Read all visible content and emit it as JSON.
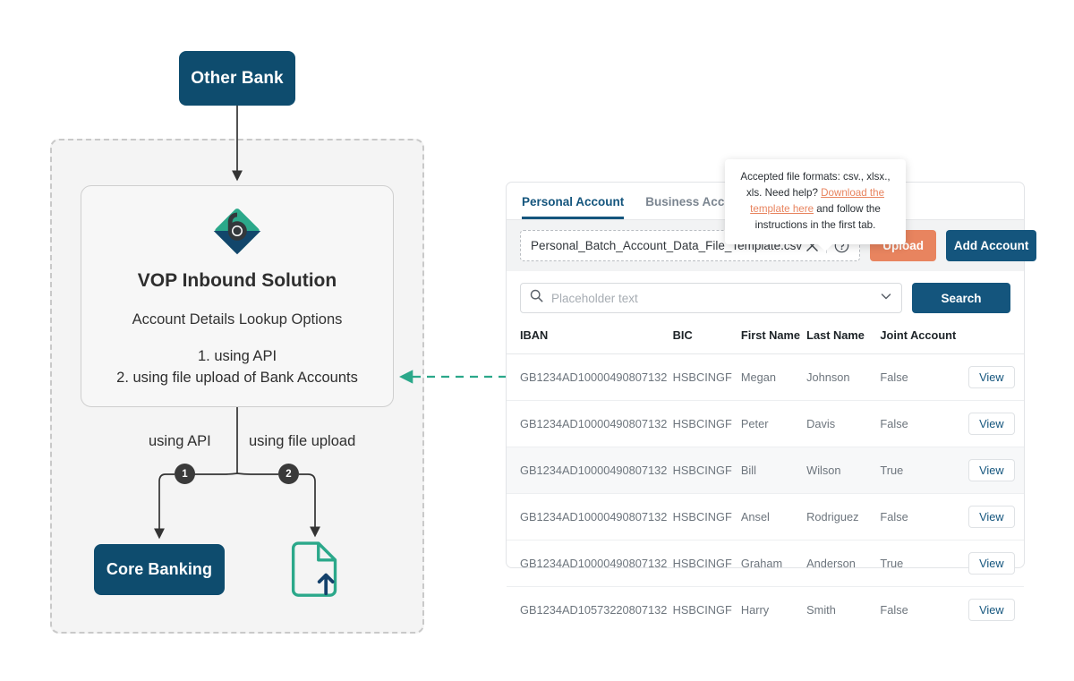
{
  "diagram": {
    "other_bank_label": "Other Bank",
    "core_banking_label": "Core Banking",
    "vop": {
      "title": "VOP Inbound Solution",
      "subtitle": "Account Details Lookup Options",
      "option_1": "1. using API",
      "option_2": "2. using file upload of Bank Accounts"
    },
    "branches": [
      {
        "label": "using API",
        "number": "1"
      },
      {
        "label": "using file upload",
        "number": "2"
      }
    ],
    "colors": {
      "navy": "#0e4c6e",
      "teal": "#2ba88a",
      "circle": "#3a3a3a",
      "arrow": "#333333",
      "region_fill": "#f4f4f4",
      "region_border": "#c9c9c9"
    }
  },
  "app": {
    "tabs": [
      {
        "label": "Personal Account",
        "active": true
      },
      {
        "label": "Business Account",
        "active": false
      }
    ],
    "toolbar": {
      "file_name": "Personal_Batch_Account_Data_File_Template.csv",
      "clear_icon": "close-icon",
      "help_icon": "question-mark-icon",
      "upload_label": "Upload",
      "add_account_label": "Add Account",
      "upload_color": "#e8845f",
      "primary_color": "#14557d"
    },
    "tooltip": {
      "line1": "Accepted file formats: csv., xlsx., xls.",
      "line2_prefix": "Need help? ",
      "link_text": "Download the template here",
      "line2_suffix": " and follow the instructions in the first tab.",
      "link_color": "#e8845f"
    },
    "search": {
      "placeholder": "Placeholder text",
      "value": "",
      "search_icon": "search-icon",
      "dropdown_icon": "chevron-down-icon",
      "button_label": "Search"
    },
    "table": {
      "columns": [
        "IBAN",
        "BIC",
        "First Name",
        "Last Name",
        "Joint Account",
        ""
      ],
      "action_label": "View",
      "rows": [
        {
          "iban": "GB1234AD10000490807132",
          "bic": "HSBCINGF",
          "first_name": "Megan",
          "last_name": "Johnson",
          "joint_account": "False",
          "highlighted": false
        },
        {
          "iban": "GB1234AD10000490807132",
          "bic": "HSBCINGF",
          "first_name": "Peter",
          "last_name": "Davis",
          "joint_account": "False",
          "highlighted": false
        },
        {
          "iban": "GB1234AD10000490807132",
          "bic": "HSBCINGF",
          "first_name": "Bill",
          "last_name": "Wilson",
          "joint_account": "True",
          "highlighted": true
        },
        {
          "iban": "GB1234AD10000490807132",
          "bic": "HSBCINGF",
          "first_name": "Ansel",
          "last_name": "Rodriguez",
          "joint_account": "False",
          "highlighted": false
        },
        {
          "iban": "GB1234AD10000490807132",
          "bic": "HSBCINGF",
          "first_name": "Graham",
          "last_name": "Anderson",
          "joint_account": "True",
          "highlighted": false
        },
        {
          "iban": "GB1234AD10573220807132",
          "bic": "HSBCINGF",
          "first_name": "Harry",
          "last_name": "Smith",
          "joint_account": "False",
          "highlighted": false
        }
      ]
    }
  }
}
